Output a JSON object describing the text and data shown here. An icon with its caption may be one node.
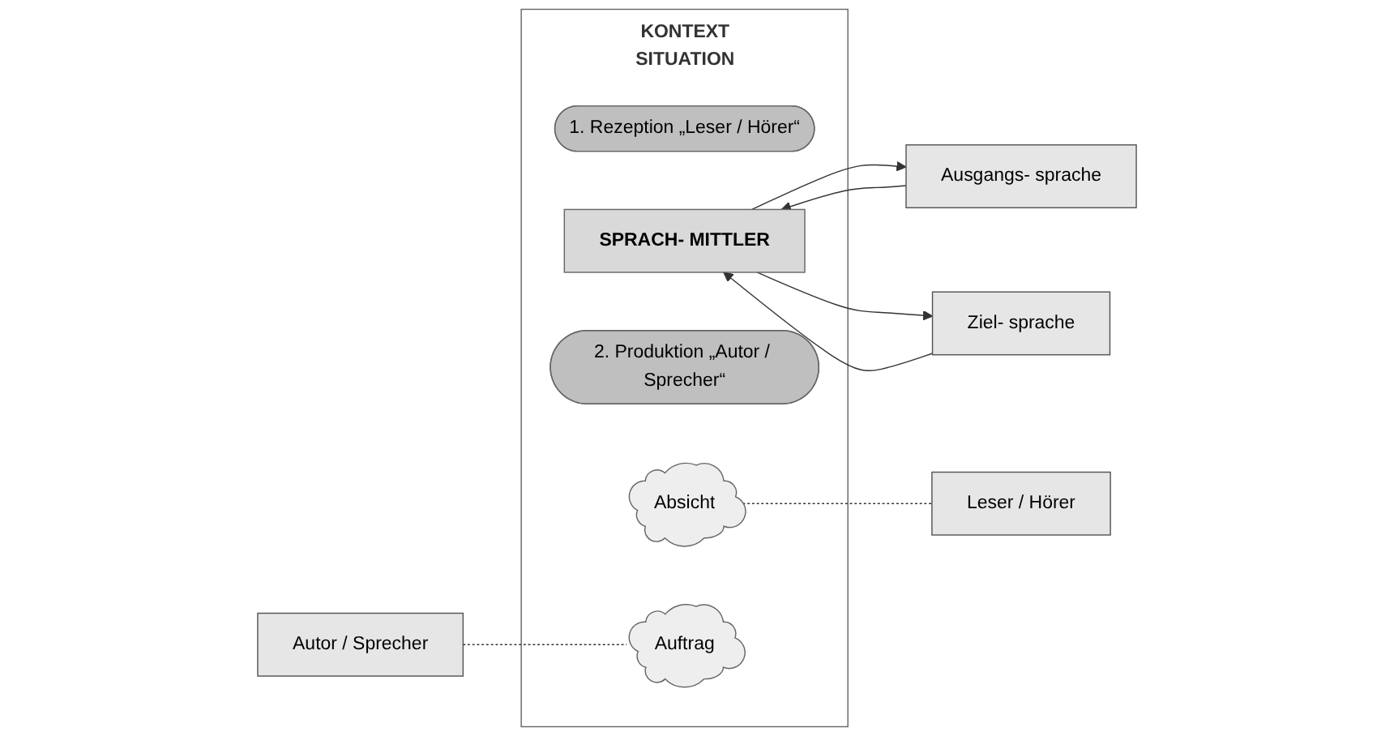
{
  "diagram": {
    "nodes": [
      {
        "text": [
          "KONTEXT",
          "SITUATION"
        ]
      },
      {
        "text": [
          "Autor / Sprecher"
        ]
      },
      {
        "text": [
          "Ausgangs- sprache"
        ]
      },
      {
        "text": [
          "1. Rezeption „Leser / Hörer“"
        ],
        "in": 0
      },
      {
        "text": [
          "SPRACH- MITTLER"
        ],
        "in": 0
      },
      {
        "text": [
          "2. Produktion „Autor / Sprecher“"
        ],
        "in": 0
      },
      {
        "text": [
          "Ziel- sprache"
        ]
      },
      {
        "text": [
          "Leser / Hörer"
        ]
      },
      {
        "text": [
          "Absicht"
        ],
        "in": 0
      },
      {
        "text": [
          "Auftrag"
        ],
        "in": 0
      }
    ],
    "edges": [
      {
        "from": 2,
        "to": 4,
        "arrow": "to"
      },
      {
        "from": 4,
        "to": 2,
        "arrow": "to"
      },
      {
        "from": 4,
        "to": 6,
        "arrow": "to"
      },
      {
        "from": 6,
        "to": 4,
        "arrow": "to"
      },
      {
        "from": 8,
        "to": 7,
        "arrow": "none",
        "style": "dashed"
      },
      {
        "from": 1,
        "to": 9,
        "arrow": "none",
        "style": "dashed"
      }
    ]
  }
}
